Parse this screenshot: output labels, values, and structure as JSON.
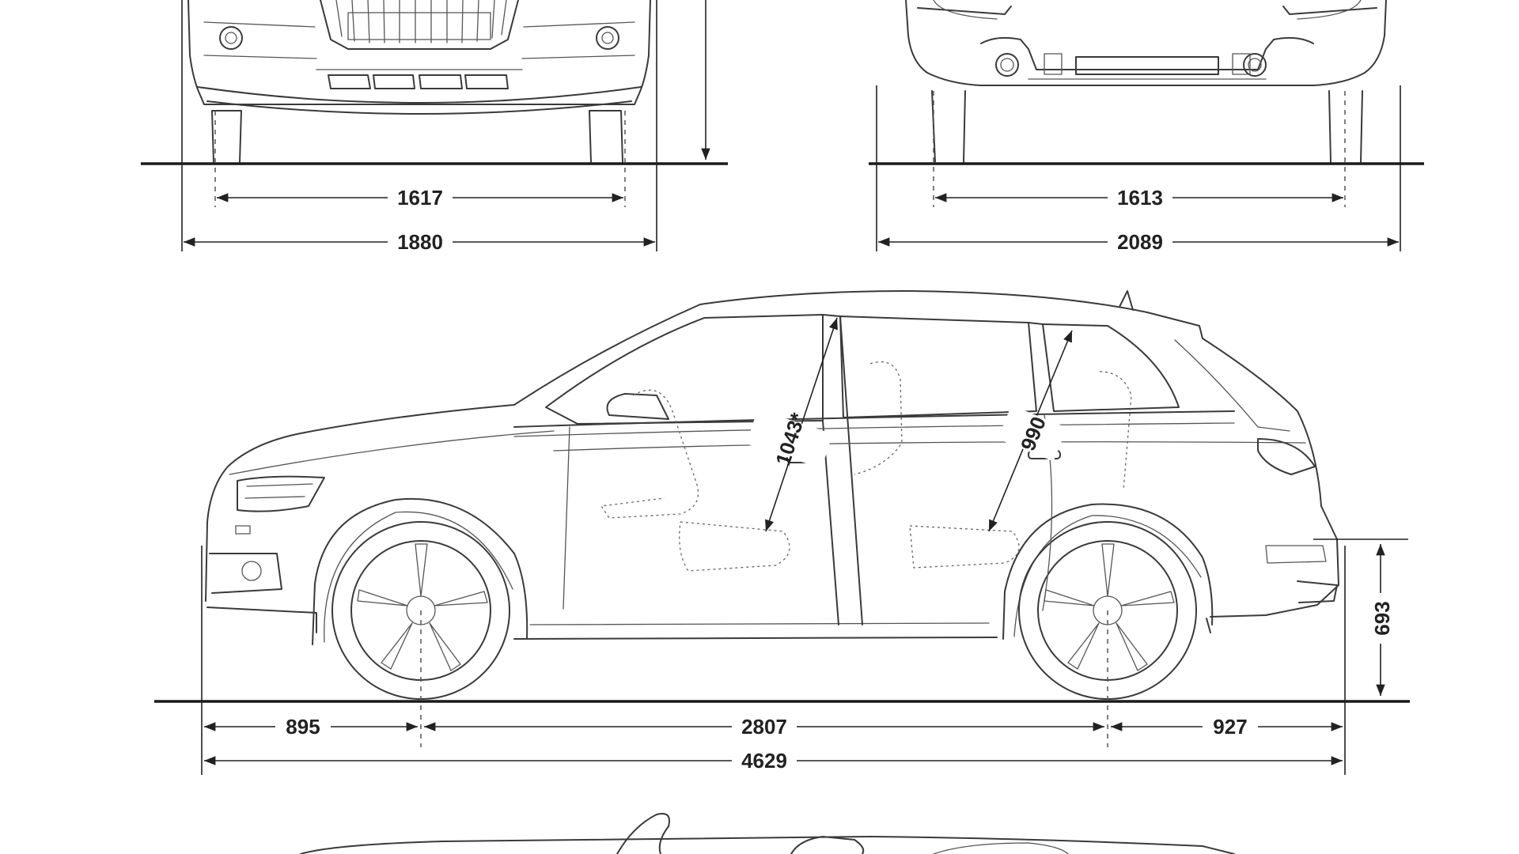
{
  "dimensions": {
    "front_track": "1617",
    "front_width": "1880",
    "rear_track": "1613",
    "rear_width_mirrors": "2089",
    "front_overhang": "895",
    "wheelbase": "2807",
    "rear_overhang": "927",
    "overall_length": "4629",
    "load_height": "693",
    "front_headroom": "1043*",
    "rear_headroom": "990"
  },
  "colors": {
    "line": "#3a3a3a",
    "ground": "#1a1a1a",
    "background": "#ffffff"
  }
}
